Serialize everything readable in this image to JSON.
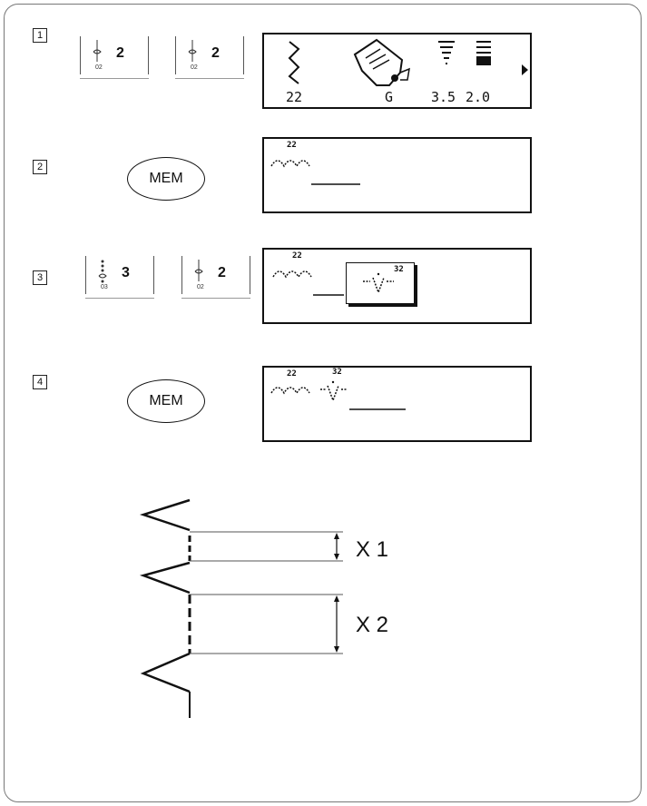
{
  "steps": [
    {
      "number": "1",
      "keys": [
        {
          "value": "2",
          "sub": "02"
        },
        {
          "value": "2",
          "sub": "02"
        }
      ]
    },
    {
      "number": "2",
      "button": "MEM"
    },
    {
      "number": "3",
      "keys": [
        {
          "value": "3",
          "sub": "03"
        },
        {
          "value": "2",
          "sub": "02"
        }
      ]
    },
    {
      "number": "4",
      "button": "MEM"
    }
  ],
  "lcd1": {
    "pattern_no": "22",
    "foot": "G",
    "width": "3.5",
    "length": "2.0"
  },
  "lcd2": {
    "pattern_no": "22"
  },
  "lcd3": {
    "pattern_no": "22",
    "selected_no": "32"
  },
  "lcd4": {
    "pattern_no_1": "22",
    "pattern_no_2": "32"
  },
  "stitch_diagram": {
    "label_1": "X 1",
    "label_2": "X 2"
  },
  "icons": [
    "needle-pattern-icon",
    "presser-foot-icon",
    "stitch-width-icon",
    "stitch-length-icon",
    "arrow-right-icon",
    "zigzag-stitch-icon",
    "decorative-stitch-icon"
  ]
}
